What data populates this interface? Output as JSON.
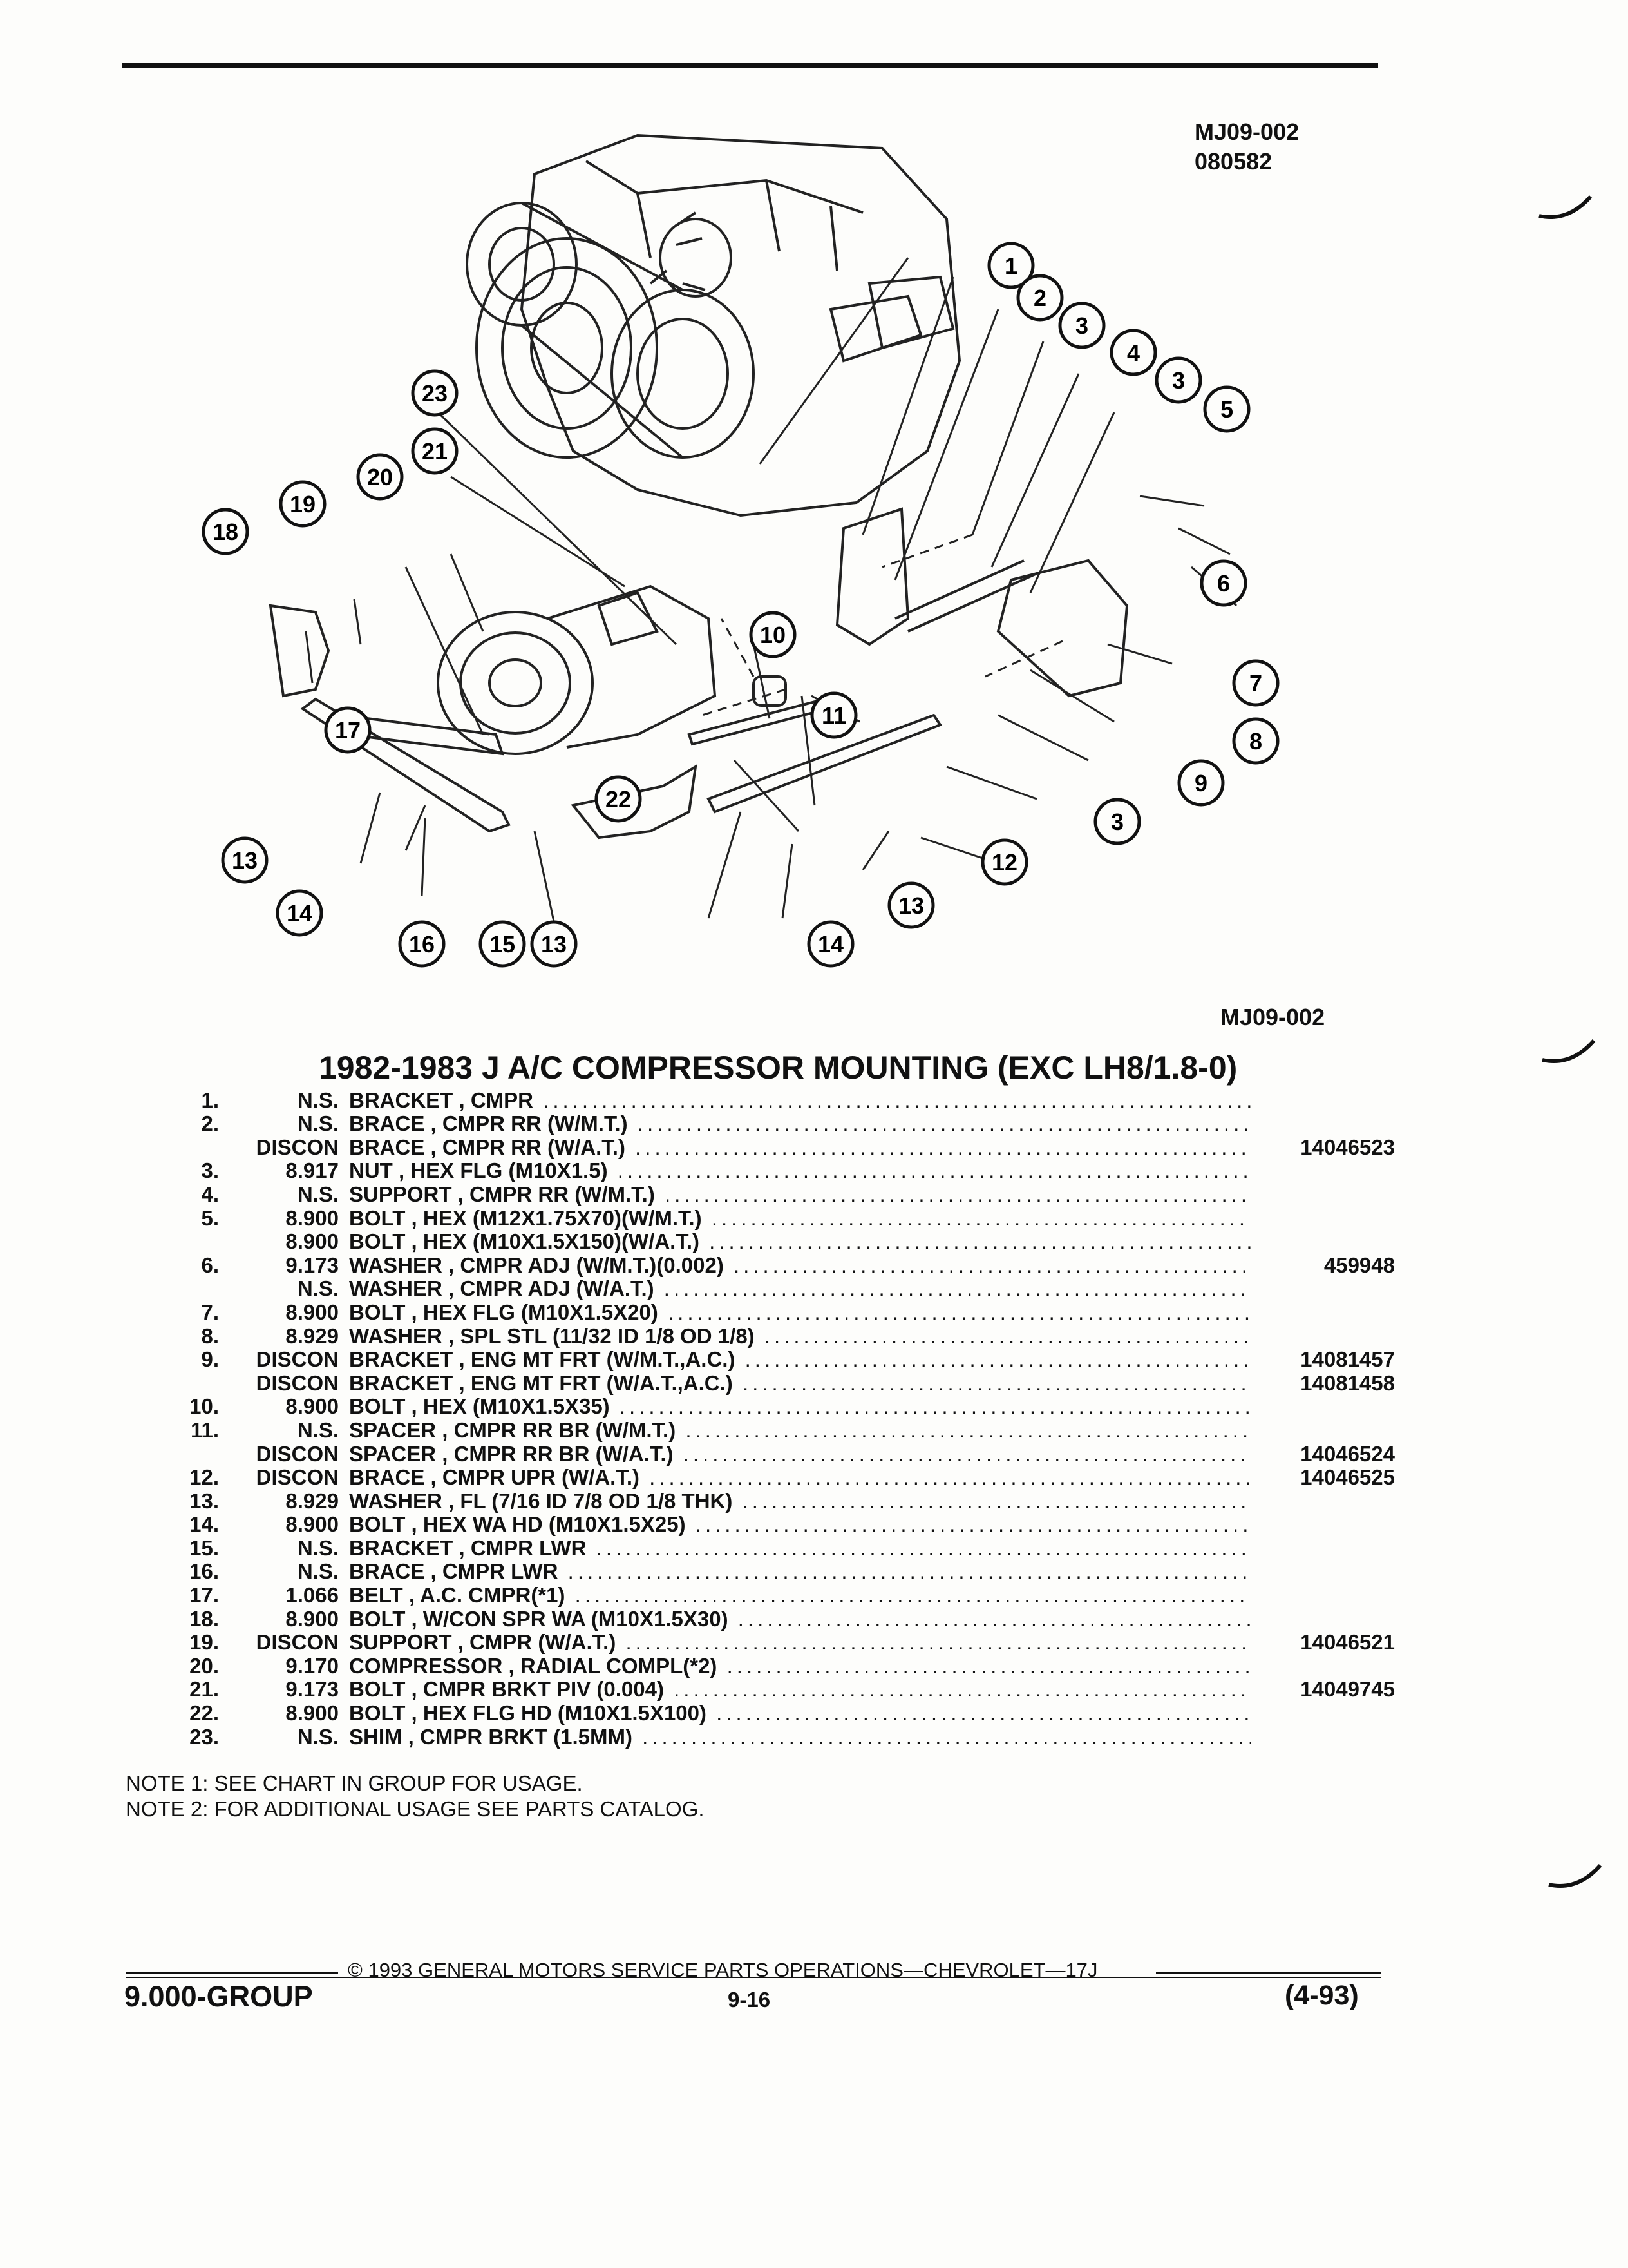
{
  "header": {
    "code_top_1": "MJ09-002",
    "code_top_2": "080582"
  },
  "diagram": {
    "code_bottom": "MJ09-002",
    "callouts": [
      "1",
      "2",
      "3",
      "4",
      "3",
      "5",
      "6",
      "7",
      "8",
      "9",
      "3",
      "12",
      "13",
      "14",
      "13",
      "15",
      "16",
      "14",
      "13",
      "22",
      "17",
      "11",
      "10",
      "18",
      "19",
      "20",
      "21",
      "23"
    ]
  },
  "title": "1982-1983 J A/C COMPRESSOR MOUNTING (EXC LH8/1.8-0)",
  "parts": [
    {
      "num": "1.",
      "code": "N.S.",
      "desc": "BRACKET , CMPR",
      "pn": ""
    },
    {
      "num": "2.",
      "code": "N.S.",
      "desc": "BRACE , CMPR RR (W/M.T.)",
      "pn": ""
    },
    {
      "num": "",
      "code": "DISCON",
      "desc": "BRACE , CMPR RR (W/A.T.)",
      "pn": "14046523"
    },
    {
      "num": "3.",
      "code": "8.917",
      "desc": "NUT , HEX FLG (M10X1.5)",
      "pn": ""
    },
    {
      "num": "4.",
      "code": "N.S.",
      "desc": "SUPPORT , CMPR RR (W/M.T.)",
      "pn": ""
    },
    {
      "num": "5.",
      "code": "8.900",
      "desc": "BOLT , HEX (M12X1.75X70)(W/M.T.)",
      "pn": ""
    },
    {
      "num": "",
      "code": "8.900",
      "desc": "BOLT , HEX (M10X1.5X150)(W/A.T.)",
      "pn": ""
    },
    {
      "num": "6.",
      "code": "9.173",
      "desc": "WASHER , CMPR ADJ (W/M.T.)(0.002)",
      "pn": "459948"
    },
    {
      "num": "",
      "code": "N.S.",
      "desc": "WASHER , CMPR ADJ (W/A.T.)",
      "pn": ""
    },
    {
      "num": "7.",
      "code": "8.900",
      "desc": "BOLT , HEX FLG (M10X1.5X20)",
      "pn": ""
    },
    {
      "num": "8.",
      "code": "8.929",
      "desc": "WASHER , SPL STL (11/32 ID 1/8 OD 1/8)",
      "pn": ""
    },
    {
      "num": "9.",
      "code": "DISCON",
      "desc": "BRACKET , ENG MT FRT (W/M.T.,A.C.)",
      "pn": "14081457"
    },
    {
      "num": "",
      "code": "DISCON",
      "desc": "BRACKET , ENG MT FRT (W/A.T.,A.C.)",
      "pn": "14081458"
    },
    {
      "num": "10.",
      "code": "8.900",
      "desc": "BOLT , HEX (M10X1.5X35)",
      "pn": ""
    },
    {
      "num": "11.",
      "code": "N.S.",
      "desc": "SPACER , CMPR RR BR (W/M.T.)",
      "pn": ""
    },
    {
      "num": "",
      "code": "DISCON",
      "desc": "SPACER , CMPR RR BR (W/A.T.)",
      "pn": "14046524"
    },
    {
      "num": "12.",
      "code": "DISCON",
      "desc": "BRACE , CMPR UPR (W/A.T.)",
      "pn": "14046525"
    },
    {
      "num": "13.",
      "code": "8.929",
      "desc": "WASHER , FL (7/16 ID 7/8 OD 1/8 THK)",
      "pn": ""
    },
    {
      "num": "14.",
      "code": "8.900",
      "desc": "BOLT , HEX WA HD (M10X1.5X25)",
      "pn": ""
    },
    {
      "num": "15.",
      "code": "N.S.",
      "desc": "BRACKET , CMPR LWR",
      "pn": ""
    },
    {
      "num": "16.",
      "code": "N.S.",
      "desc": "BRACE , CMPR LWR",
      "pn": ""
    },
    {
      "num": "17.",
      "code": "1.066",
      "desc": "BELT , A.C. CMPR(*1)",
      "pn": ""
    },
    {
      "num": "18.",
      "code": "8.900",
      "desc": "BOLT , W/CON SPR WA (M10X1.5X30)",
      "pn": ""
    },
    {
      "num": "19.",
      "code": "DISCON",
      "desc": "SUPPORT , CMPR (W/A.T.)",
      "pn": "14046521"
    },
    {
      "num": "20.",
      "code": "9.170",
      "desc": "COMPRESSOR , RADIAL COMPL(*2)",
      "pn": ""
    },
    {
      "num": "21.",
      "code": "9.173",
      "desc": "BOLT , CMPR BRKT PIV (0.004)",
      "pn": "14049745"
    },
    {
      "num": "22.",
      "code": "8.900",
      "desc": "BOLT , HEX FLG HD (M10X1.5X100)",
      "pn": ""
    },
    {
      "num": "23.",
      "code": "N.S.",
      "desc": "SHIM , CMPR BRKT (1.5MM)",
      "pn": ""
    }
  ],
  "notes": [
    "NOTE  1:  SEE CHART IN GROUP FOR USAGE.",
    "NOTE  2:  FOR ADDITIONAL USAGE SEE PARTS CATALOG."
  ],
  "footer": {
    "copyright": "© 1993 GENERAL MOTORS SERVICE PARTS OPERATIONS—CHEVROLET—17J",
    "group": "9.000-GROUP",
    "page": "9-16",
    "date": "(4-93)"
  }
}
